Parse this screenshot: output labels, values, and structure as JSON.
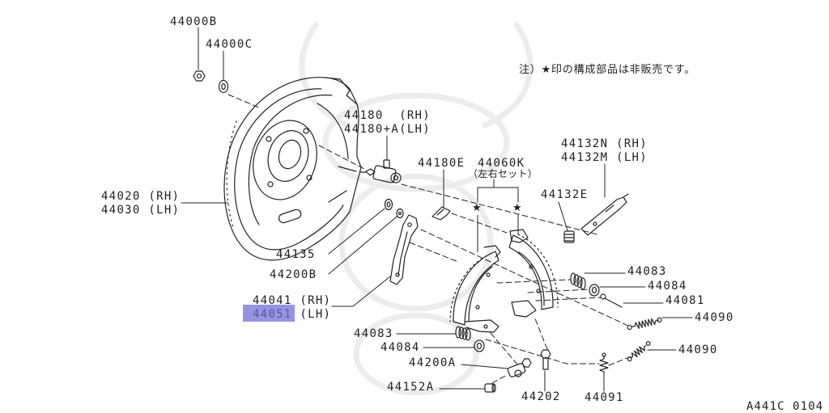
{
  "diagram": {
    "note": "注）★印の構成部品は非販売です。",
    "kit_note": "（左右セット）",
    "star": "★",
    "figure_code": "A441C 0104",
    "parts": {
      "p44000b": "44000B",
      "p44000c": "44000C",
      "p44180_rh": "44180  (RH)",
      "p44180a_lh": "44180+A(LH)",
      "p44132n_rh": "44132N (RH)",
      "p44132m_lh": "44132M (LH)",
      "p44180e": "44180E",
      "p44060k": "44060K",
      "p44132e": "44132E",
      "p44020_rh": "44020 (RH)",
      "p44030_lh": "44030 (LH)",
      "p44135": "44135",
      "p44083_right": "44083",
      "p44200b": "44200B",
      "p44084_right": "44084",
      "p44041_rh": "44041 (RH)",
      "p44081": "44081",
      "p44051_lh": "44051 (LH)",
      "p44090_upper": "44090",
      "p44083_left": "44083",
      "p44084_left": "44084",
      "p44090_lower": "44090",
      "p44200a": "44200A",
      "p44152a": "44152A",
      "p44202": "44202",
      "p44091": "44091"
    }
  },
  "colors": {
    "line": "#222222",
    "highlight": "#6b6bd4",
    "watermark": "#ececec"
  }
}
